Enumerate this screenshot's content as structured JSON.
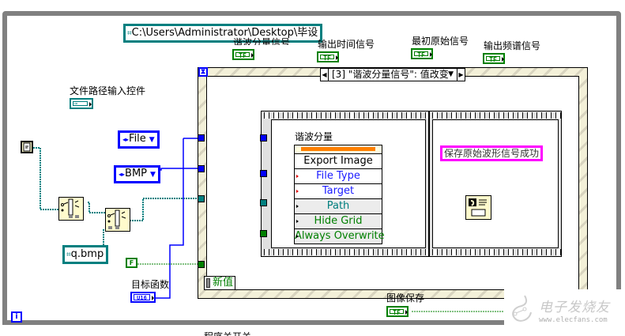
{
  "diagram": {
    "path_constant_top": "C:\\Users\\Administrator\\Desktop\\毕设",
    "path_constant_file": "q.bmp",
    "path_control_label": "文件路径输入控件",
    "target_function_label": "目标函数",
    "target_function_type": "U16",
    "boolean_constant": "F",
    "loop_iteration": "i",
    "enum_target": "File",
    "enum_filetype": "BMP",
    "indicators": [
      {
        "label": "谐波分量信号",
        "type": "TF"
      },
      {
        "label": "输出时间信号",
        "type": "TF"
      },
      {
        "label": "最初原始信号",
        "type": "TF"
      },
      {
        "label": "输出频谱信号",
        "type": "TF"
      },
      {
        "label": "图像保存",
        "type": "TF"
      }
    ],
    "event_selector": "[3] \"谐波分量信号\": 值改变",
    "event_data_node": "新值",
    "property_node": {
      "label": "谐波分量",
      "method": "Export Image",
      "params": [
        {
          "name": "File Type",
          "color": "#1a1aff"
        },
        {
          "name": "Target",
          "color": "#1a1aff"
        },
        {
          "name": "Path",
          "color": "#007f7f"
        },
        {
          "name": "Hide Grid",
          "color": "#008000"
        },
        {
          "name": "Always Overwrite",
          "color": "#008000"
        }
      ]
    },
    "message_constant": "保存原始波形信号成功",
    "bottom_cut_label": "程序关开关"
  },
  "watermark": {
    "title": "电子发烧友",
    "url": "www.elecfans.com"
  },
  "colors": {
    "enum_blue": "#0000ff",
    "path_teal": "#007f7f",
    "bool_green": "#008000",
    "string_pink": "#ff00ff",
    "frame_gray": "#808080",
    "error_orange": "#ff8000"
  }
}
